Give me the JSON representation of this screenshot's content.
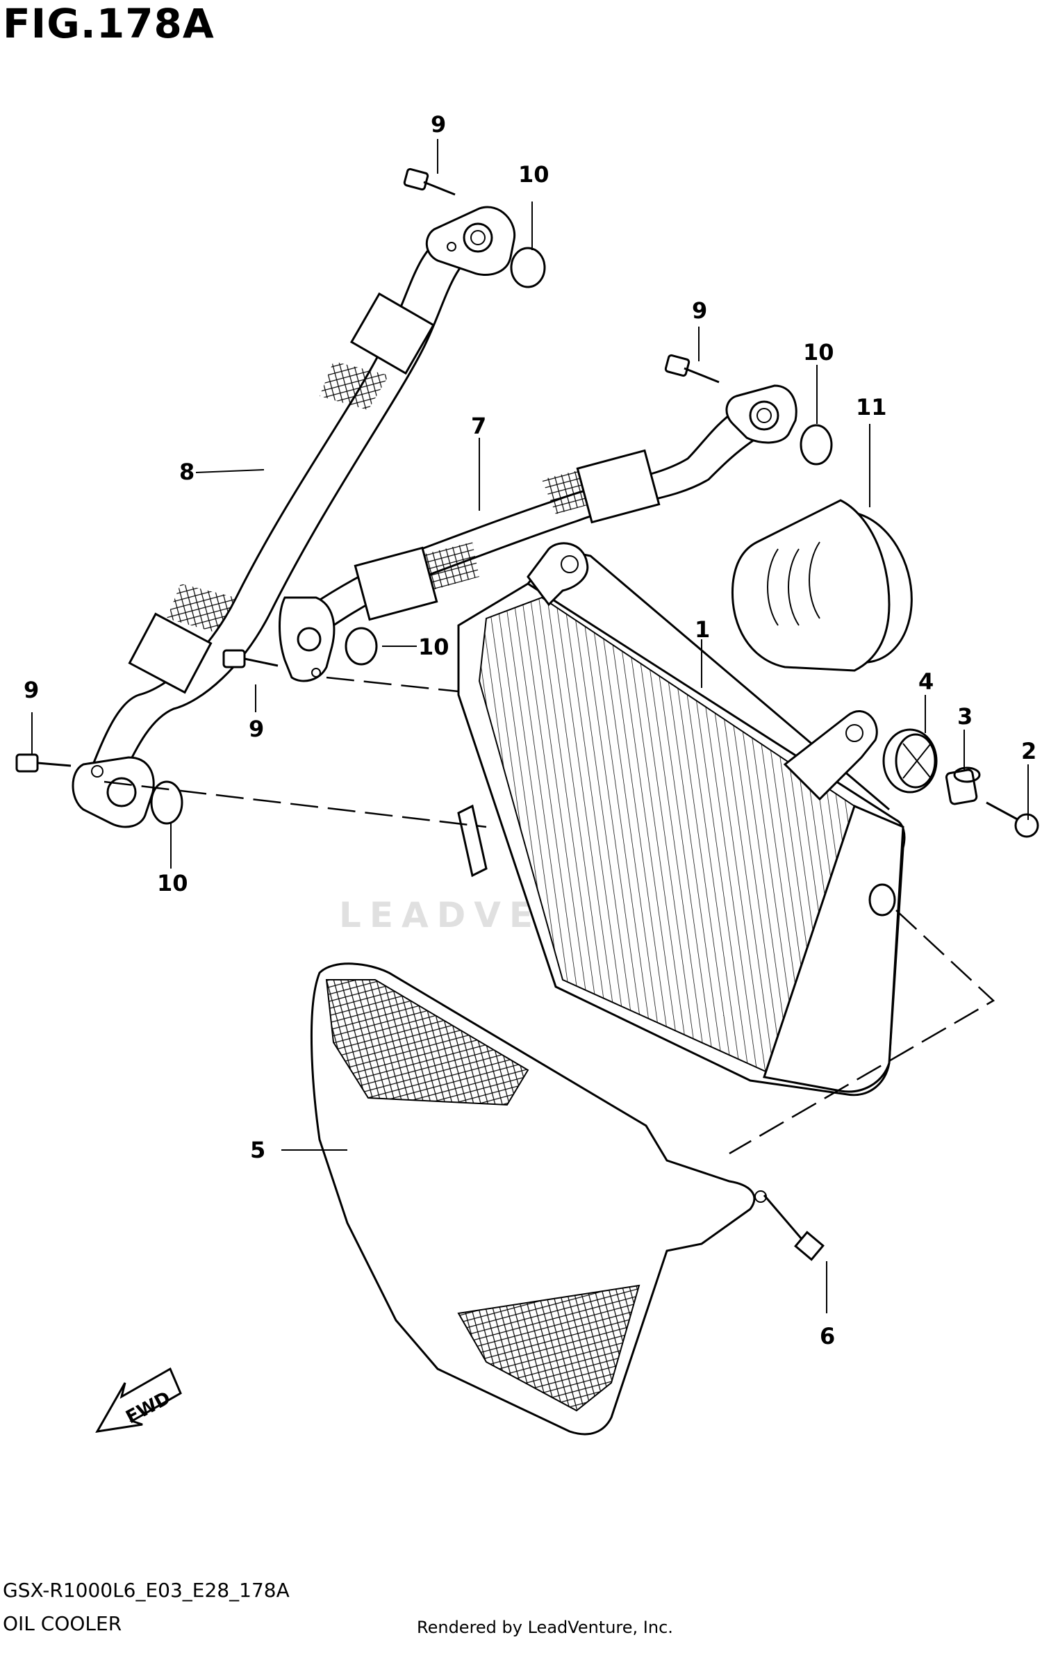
{
  "figure": {
    "title": "FIG.178A",
    "model_code": "GSX-R1000L6_E03_E28_178A",
    "section_name": "OIL COOLER",
    "credit": "Rendered by LeadVenture, Inc.",
    "watermark": "LEADVENTURE"
  },
  "direction_arrow": {
    "label": "FWD"
  },
  "callouts": [
    {
      "number": "1"
    },
    {
      "number": "2"
    },
    {
      "number": "3"
    },
    {
      "number": "4"
    },
    {
      "number": "5"
    },
    {
      "number": "6"
    },
    {
      "number": "7"
    },
    {
      "number": "8"
    },
    {
      "number": "9"
    },
    {
      "number": "9"
    },
    {
      "number": "9"
    },
    {
      "number": "9"
    },
    {
      "number": "10"
    },
    {
      "number": "10"
    },
    {
      "number": "10"
    },
    {
      "number": "10"
    },
    {
      "number": "11"
    }
  ]
}
